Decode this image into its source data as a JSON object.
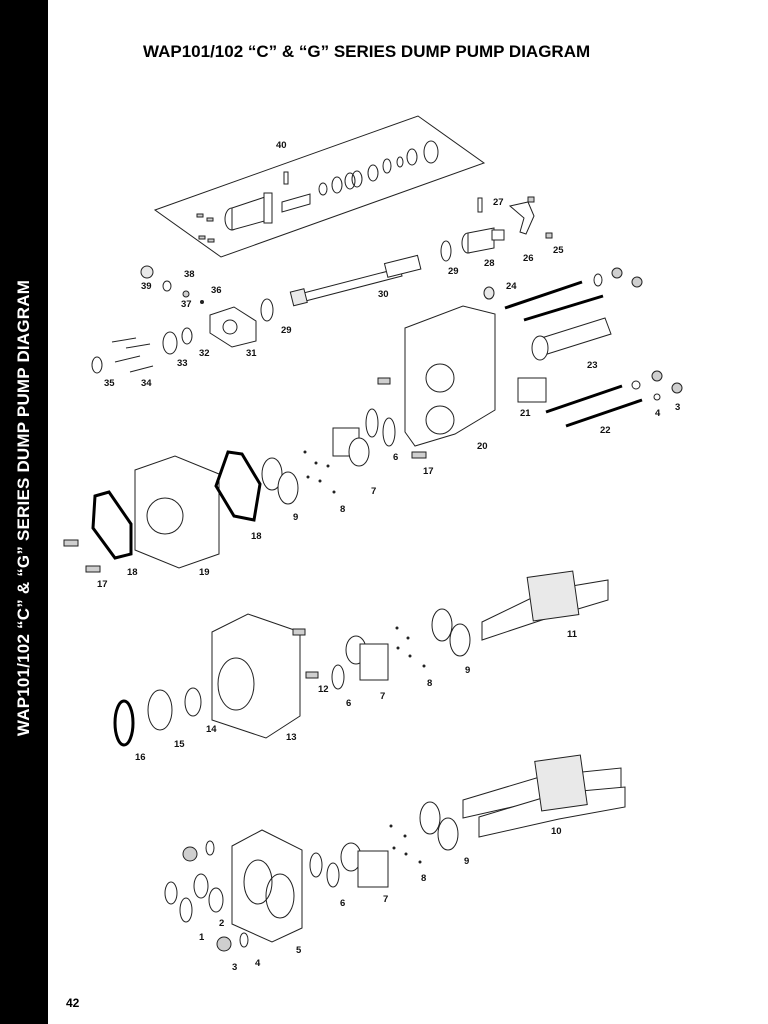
{
  "title": "WAP101/102 “C” & “G” SERIES DUMP PUMP DIAGRAM",
  "sidebar_title": "WAP101/102 “C” & “G” SERIES DUMP PUMP DIAGRAM",
  "page_number": "42",
  "callouts": [
    "40",
    "27",
    "25",
    "26",
    "28",
    "29",
    "39",
    "38",
    "36",
    "37",
    "24",
    "30",
    "29",
    "31",
    "32",
    "33",
    "35",
    "34",
    "23",
    "21",
    "4",
    "3",
    "22",
    "20",
    "6",
    "17",
    "7",
    "8",
    "9",
    "18",
    "18",
    "19",
    "17",
    "11",
    "12",
    "6",
    "7",
    "8",
    "9",
    "15",
    "14",
    "13",
    "16",
    "10",
    "9",
    "8",
    "6",
    "7",
    "2",
    "1",
    "3",
    "4",
    "5"
  ]
}
